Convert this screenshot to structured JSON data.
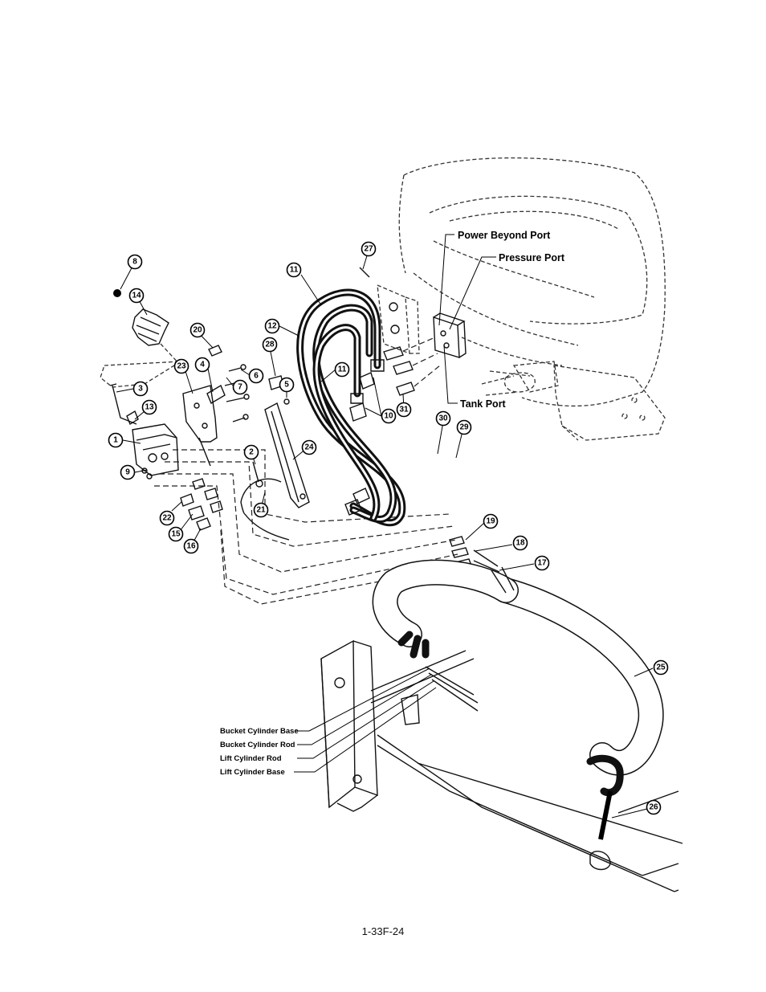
{
  "callouts": [
    "8",
    "14",
    "3",
    "13",
    "1",
    "9",
    "22",
    "15",
    "16",
    "23",
    "4",
    "20",
    "7",
    "6",
    "2",
    "5",
    "28",
    "24",
    "21",
    "12",
    "11",
    "11",
    "10",
    "27",
    "31",
    "30",
    "29",
    "19",
    "18",
    "17",
    "25",
    "26"
  ],
  "port_labels": {
    "power_beyond": "Power Beyond Port",
    "pressure": "Pressure Port",
    "tank": "Tank Port"
  },
  "cylinder_labels": {
    "bucket_base": "Bucket Cylinder Base",
    "bucket_rod": "Bucket Cylinder Rod",
    "lift_rod": "Lift Cylinder Rod",
    "lift_base": "Lift Cylinder Base"
  },
  "page_number": "1-33F-24"
}
